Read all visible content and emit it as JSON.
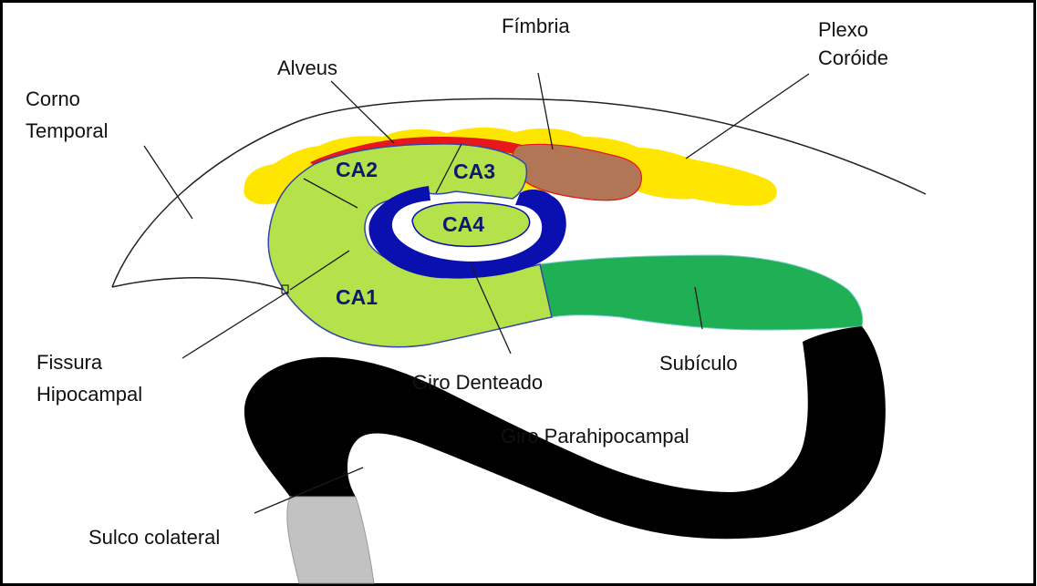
{
  "labels": {
    "fimbria": "Fímbria",
    "plexo_l1": "Plexo",
    "plexo_l2": "Coróide",
    "alveus": "Alveus",
    "corno_l1": "Corno",
    "corno_l2": "Temporal",
    "fissura_l1": "Fissura",
    "fissura_l2": "Hipocampal",
    "giro_denteado": "Giro Denteado",
    "subiculo": "Subículo",
    "giro_parahipocampal": "Giro Parahipocampal",
    "sulco_colateral": "Sulco colateral"
  },
  "regions": {
    "ca1": "CA1",
    "ca2": "CA2",
    "ca3": "CA3",
    "ca4": "CA4"
  },
  "colors": {
    "cornu_ammonis": "#b5e14a",
    "dentate_gyrus": "#0a0fb0",
    "subiculum": "#1fb055",
    "parahippocampal": "#000000",
    "collateral_sulcus": "#c2c2c2",
    "choroid_plexus": "#ffe600",
    "fimbria": "#b07656",
    "alveus": "#e8171a",
    "frame": "#000000"
  }
}
